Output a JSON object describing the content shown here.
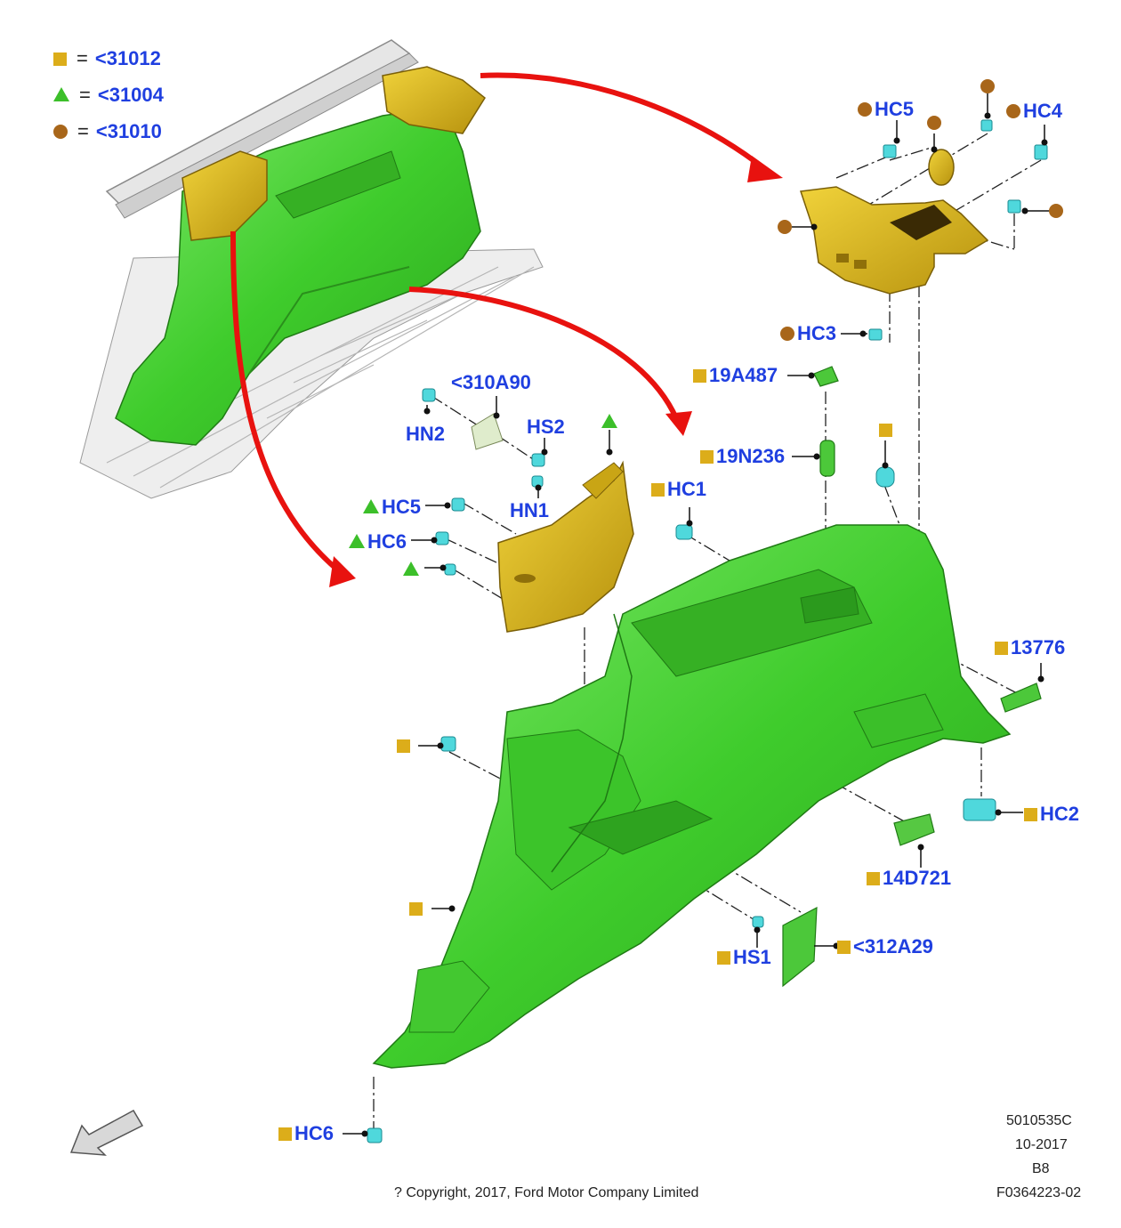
{
  "colors": {
    "square": "#dcad1a",
    "triangle": "#3cbf2a",
    "circle": "#a8661a",
    "label": "#1f3fe0",
    "panel_green": "#4fd23c",
    "panel_yellow": "#d9b81e",
    "clip_cyan": "#4fd8dc",
    "arrow_red": "#e8120f"
  },
  "legend": [
    {
      "symbol": "square",
      "eq": "=",
      "code": "<31012"
    },
    {
      "symbol": "triangle",
      "eq": "=",
      "code": "<31004"
    },
    {
      "symbol": "circle",
      "eq": "=",
      "code": "<31010"
    }
  ],
  "callouts": {
    "hc5_top": {
      "symbol": "circle",
      "text": "HC5"
    },
    "hc4_top": {
      "symbol": "circle",
      "text": "HC4"
    },
    "hc3": {
      "symbol": "circle",
      "text": "HC3"
    },
    "p19a487": {
      "symbol": "square",
      "text": "19A487"
    },
    "p19n236": {
      "symbol": "square",
      "text": "19N236"
    },
    "hc1": {
      "symbol": "square",
      "text": "HC1"
    },
    "p310a90": {
      "symbol": "",
      "text": "<310A90"
    },
    "hn2": {
      "symbol": "",
      "text": "HN2"
    },
    "hs2": {
      "symbol": "",
      "text": "HS2"
    },
    "hn1": {
      "symbol": "",
      "text": "HN1"
    },
    "hc5_mid": {
      "symbol": "triangle",
      "text": "HC5"
    },
    "hc6_mid": {
      "symbol": "triangle",
      "text": "HC6"
    },
    "p13776": {
      "symbol": "square",
      "text": "13776"
    },
    "hc2": {
      "symbol": "square",
      "text": "HC2"
    },
    "p14d721": {
      "symbol": "square",
      "text": "14D721"
    },
    "hs1": {
      "symbol": "square",
      "text": "HS1"
    },
    "p312a29": {
      "symbol": "square",
      "text": "<312A29"
    },
    "hc6_bottom": {
      "symbol": "square",
      "text": "HC6"
    }
  },
  "footer": {
    "code1": "5010535C",
    "date": "10-2017",
    "rev": "B8",
    "code2": "F0364223-02",
    "copyright": "? Copyright, 2017, Ford Motor Company Limited"
  }
}
